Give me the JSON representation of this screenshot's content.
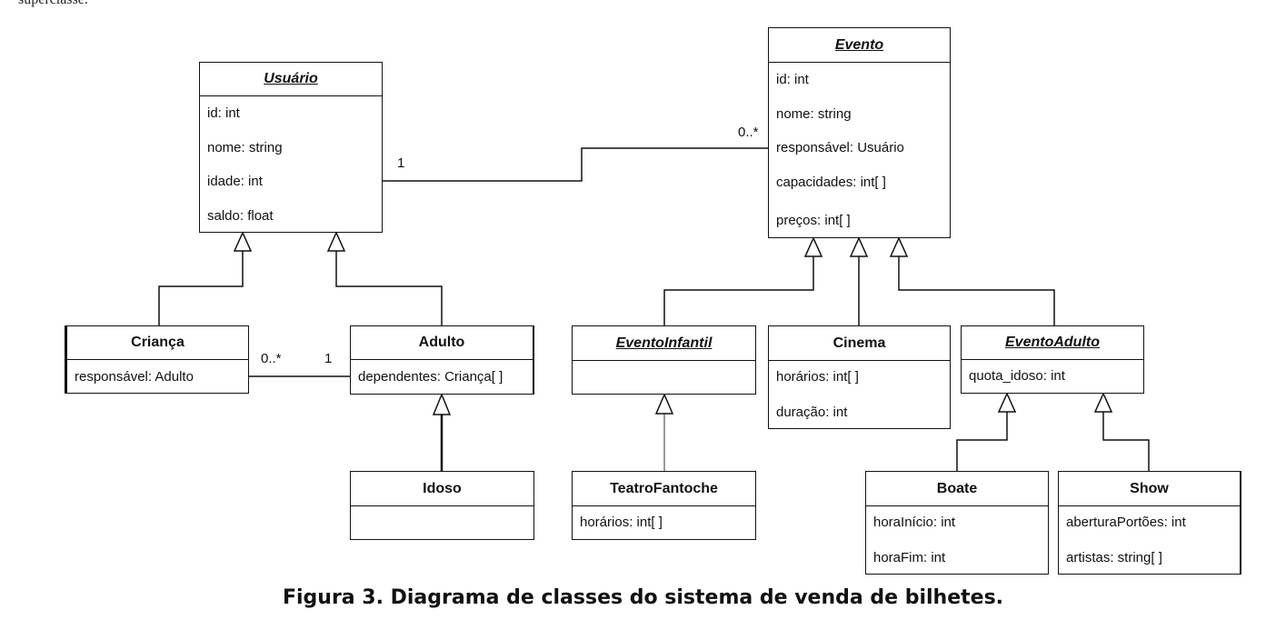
{
  "top_fragment": "superclasse.",
  "caption": "Figura 3. Diagrama de classes do sistema de venda de bilhetes.",
  "classes": {
    "usuario": {
      "name": "Usuário",
      "attrs": [
        "id: int",
        "nome: string",
        "idade: int",
        "saldo: float"
      ]
    },
    "evento": {
      "name": "Evento",
      "attrs": [
        "id: int",
        "nome: string",
        "responsável: Usuário",
        "capacidades: int[ ]",
        "preços: int[ ]"
      ]
    },
    "crianca": {
      "name": "Criança",
      "attrs": [
        "responsável: Adulto"
      ]
    },
    "adulto": {
      "name": "Adulto",
      "attrs": [
        "dependentes: Criança[ ]"
      ]
    },
    "idoso": {
      "name": "Idoso",
      "attrs": []
    },
    "evento_infantil": {
      "name": "EventoInfantil",
      "attrs": []
    },
    "cinema": {
      "name": "Cinema",
      "attrs": [
        "horários: int[ ]",
        "duração: int"
      ]
    },
    "evento_adulto": {
      "name": "EventoAdulto",
      "attrs": [
        "quota_idoso: int"
      ]
    },
    "teatro_fantoche": {
      "name": "TeatroFantoche",
      "attrs": [
        "horários: int[ ]"
      ]
    },
    "boate": {
      "name": "Boate",
      "attrs": [
        "horaInício: int",
        "horaFim: int"
      ]
    },
    "show": {
      "name": "Show",
      "attrs": [
        "aberturaPortões: int",
        "artistas: string[ ]"
      ]
    }
  },
  "associations": {
    "usuario_evento": {
      "source_mult": "1",
      "target_mult": "0..*"
    },
    "crianca_adulto": {
      "source_mult": "0..*",
      "target_mult": "1"
    }
  }
}
